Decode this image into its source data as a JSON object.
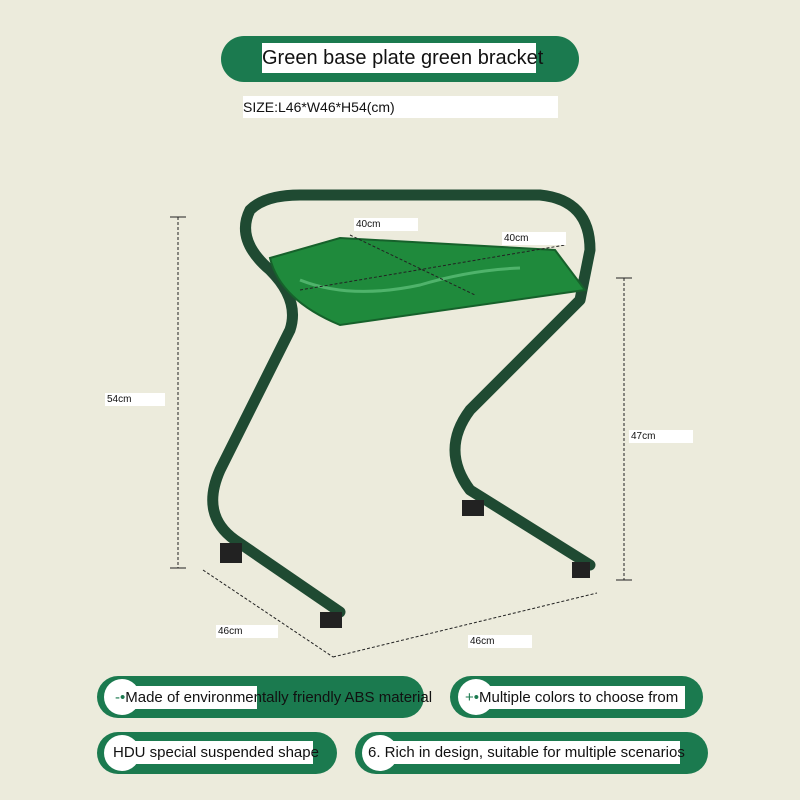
{
  "header": {
    "title": "Green base plate   green bracket",
    "size": "SIZE:L46*W46*H54(cm)"
  },
  "dimensions": {
    "seat_depth": "40cm",
    "seat_width": "40cm",
    "total_height": "54cm",
    "seat_height": "47cm",
    "base_depth": "46cm",
    "base_width": "46cm"
  },
  "features": [
    {
      "prefix": "-•",
      "text": "Made of environmentally friendly ABS material"
    },
    {
      "prefix": "+•",
      "text": "Multiple colors to choose from"
    },
    {
      "prefix": "",
      "text": "HDU special suspended shape"
    },
    {
      "prefix": "",
      "text": "6. Rich in design, suitable for multiple scenarios"
    }
  ],
  "colors": {
    "accent": "#1b7a4f",
    "frame": "#1f4a32",
    "seat": "#1f8a3c",
    "background": "#ecebdc"
  }
}
